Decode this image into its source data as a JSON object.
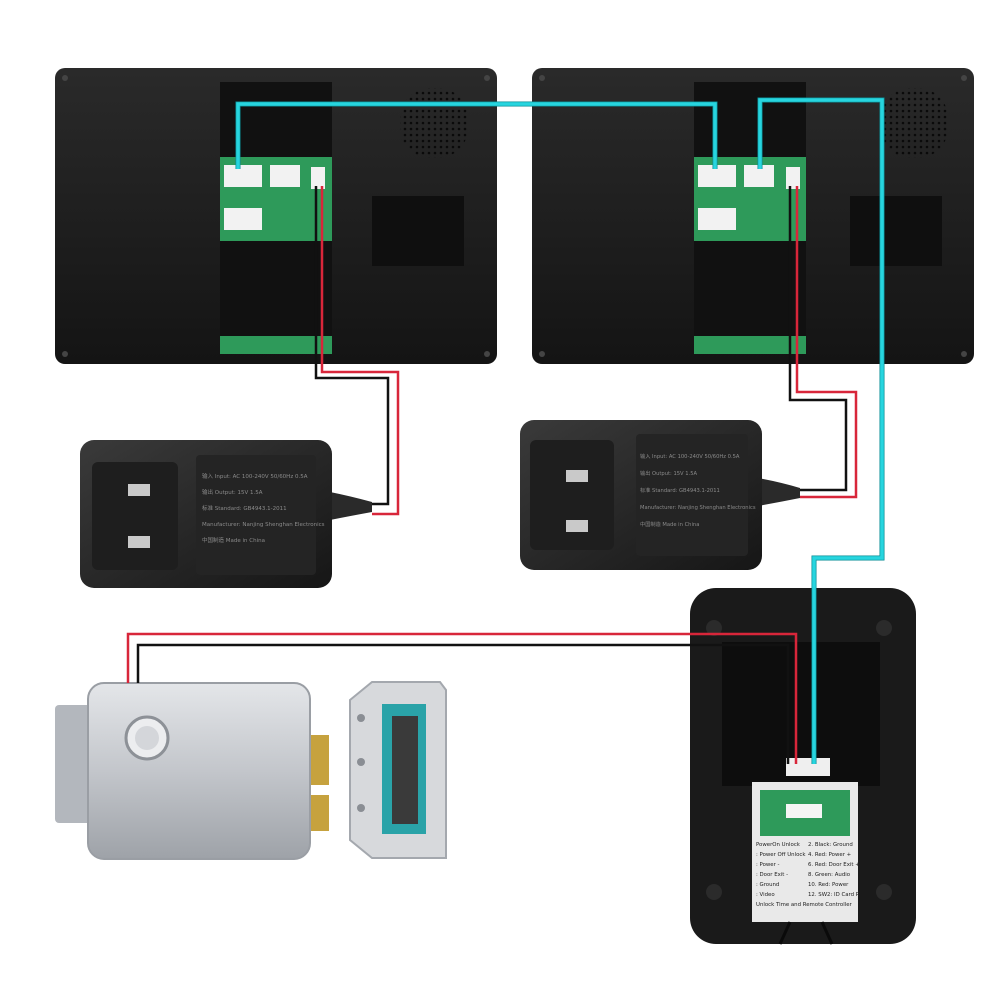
{
  "monitors": [
    {
      "name": "monitor-1"
    },
    {
      "name": "monitor-2"
    }
  ],
  "adapters": [
    {
      "name": "power-adapter-1",
      "label_lines": [
        "输入 Input: AC 100-240V 50/60Hz 0.5A",
        "输出 Output: 15V 1.5A",
        "标准 Standard: GB4943.1-2011",
        "Manufacturer: Nanjing Shenghan Electronics",
        "中国制造 Made in China"
      ]
    },
    {
      "name": "power-adapter-2",
      "label_lines": [
        "输入 Input: AC 100-240V 50/60Hz 0.5A",
        "输出 Output: 15V 1.5A",
        "标准 Standard: GB4943.1-2011",
        "Manufacturer: Nanjing Shenghan Electronics",
        "中国制造 Made in China"
      ]
    }
  ],
  "doorbell": {
    "label_lines": [
      "PowerOn Unlock",
      ": Power Off Unlock",
      ": Power -",
      ": Door Exit -",
      ": Ground",
      ": Video",
      "Unlock Time and Remote Controller"
    ],
    "label_lines_right": [
      "2. Black: Ground",
      "4. Red: Power +",
      "6. Red: Door Exit +",
      "8. Green: Audio",
      "10. Red: Power",
      "12. SW2: ID Card R"
    ]
  },
  "colors": {
    "monitor_body": "#1c1c1c",
    "board": "#2e9a5a",
    "signal_wire": "#27d5df",
    "power_wire_pos": "#d8263a",
    "power_wire_neg": "#111111",
    "lock_body": "#c9ccd1"
  }
}
